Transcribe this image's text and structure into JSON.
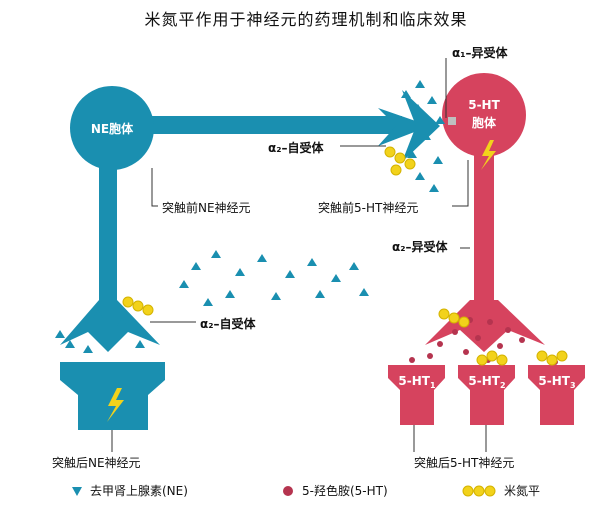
{
  "title": "米氮平作用于神经元的药理机制和临床效果",
  "neurons": {
    "ne_body": "NE胞体",
    "ht_body_1": "5-HT",
    "ht_body_2": "胞体",
    "presyn_ne": "突触前NE神经元",
    "presyn_ht": "突触前5-HT神经元",
    "postsyn_ne": "突触后NE神经元",
    "postsyn_ht": "突触后5-HT神经元"
  },
  "receptors": {
    "alpha1_hetero": "α₁–异受体",
    "alpha2_auto_top": "α₂–自受体",
    "alpha2_hetero": "α₂–异受体",
    "alpha2_auto_bottom": "α₂–自受体",
    "ht1_a": "5-HT",
    "ht1_b": "1",
    "ht2_a": "5-HT",
    "ht2_b": "2",
    "ht3_a": "5-HT",
    "ht3_b": "3"
  },
  "legend": {
    "ne": "去甲肾上腺素(NE)",
    "ht": "5-羟色胺(5-HT)",
    "mirtazapine": "米氮平"
  },
  "colors": {
    "ne_blue": "#1a8fb0",
    "ht_red": "#d6435e",
    "mirtazapine_yellow": "#f2d21b",
    "line": "#333333"
  }
}
